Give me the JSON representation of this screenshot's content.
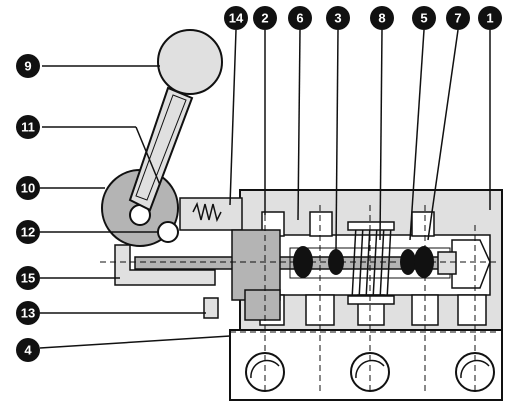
{
  "colors": {
    "ink": "#111111",
    "metal_light": "#e0e0e0",
    "metal_mid": "#b4b4b4",
    "metal_dark": "#7a7a7a",
    "paper": "#ffffff"
  },
  "callouts": [
    {
      "id": "c1",
      "label": "1"
    },
    {
      "id": "c2",
      "label": "2"
    },
    {
      "id": "c3",
      "label": "3"
    },
    {
      "id": "c4",
      "label": "4"
    },
    {
      "id": "c5",
      "label": "5"
    },
    {
      "id": "c6",
      "label": "6"
    },
    {
      "id": "c7",
      "label": "7"
    },
    {
      "id": "c8",
      "label": "8"
    },
    {
      "id": "c9",
      "label": "9"
    },
    {
      "id": "c10",
      "label": "10"
    },
    {
      "id": "c11",
      "label": "11"
    },
    {
      "id": "c12",
      "label": "12"
    },
    {
      "id": "c13",
      "label": "13"
    },
    {
      "id": "c14",
      "label": "14"
    },
    {
      "id": "c15",
      "label": "15"
    }
  ]
}
